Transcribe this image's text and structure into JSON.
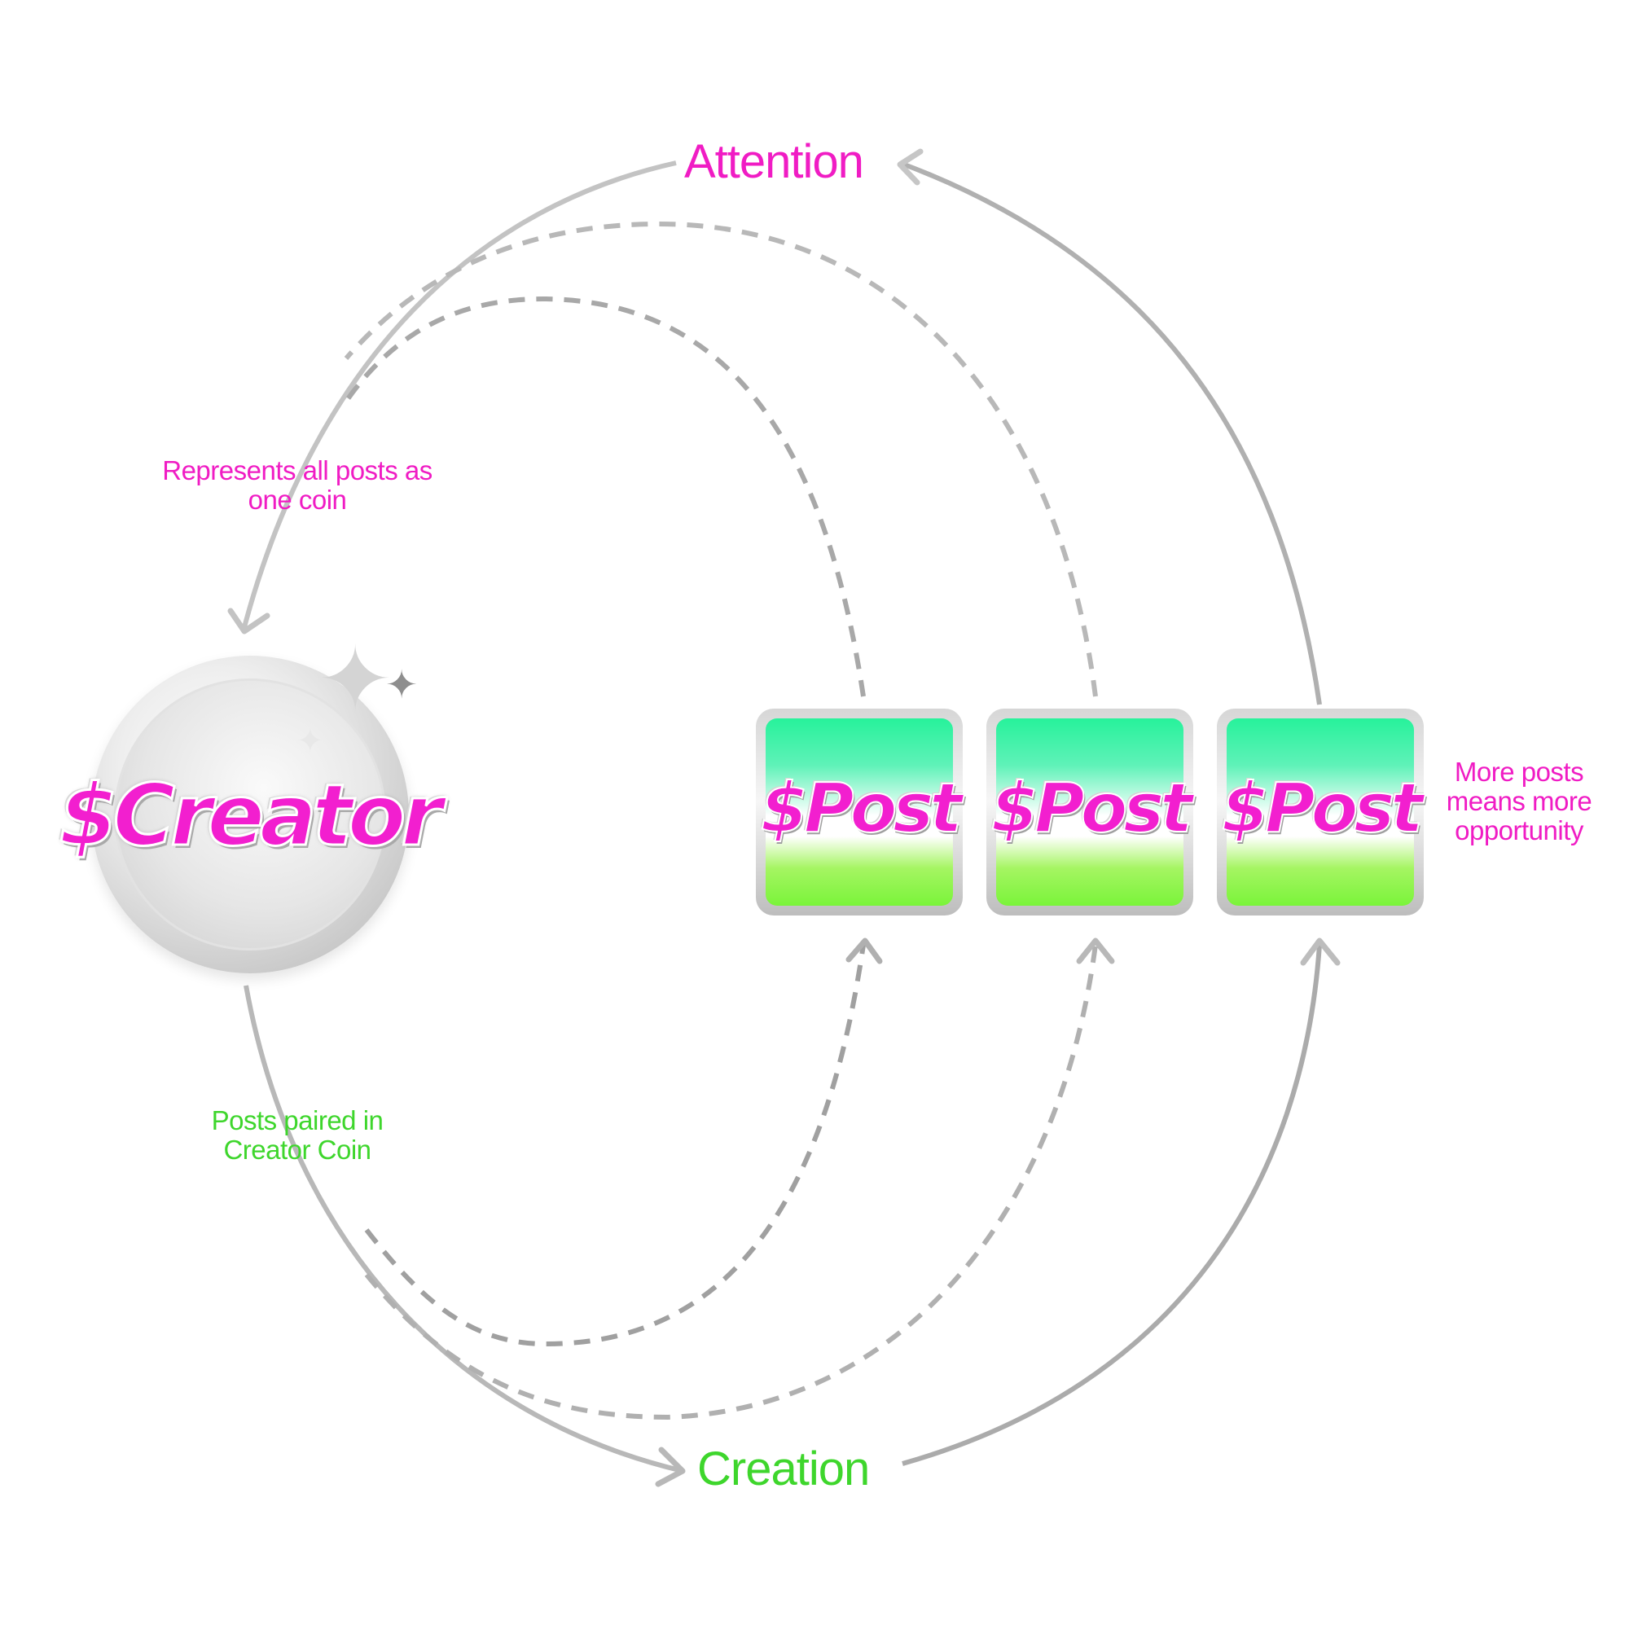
{
  "labels": {
    "attention": "Attention",
    "creation": "Creation",
    "represents": "Represents all posts as one coin",
    "posts_paired": "Posts paired in Creator Coin",
    "more_posts": "More posts means more opportunity"
  },
  "creator_coin": {
    "label": "$Creator",
    "icon": "coin-icon"
  },
  "posts": [
    {
      "label": "$Post"
    },
    {
      "label": "$Post"
    },
    {
      "label": "$Post"
    }
  ],
  "colors": {
    "pink": "#f01cc4",
    "green": "#3ed62c",
    "arrow_gray": "#b5b5b5",
    "post_top": "#27f29b",
    "post_bottom": "#7af43a"
  }
}
